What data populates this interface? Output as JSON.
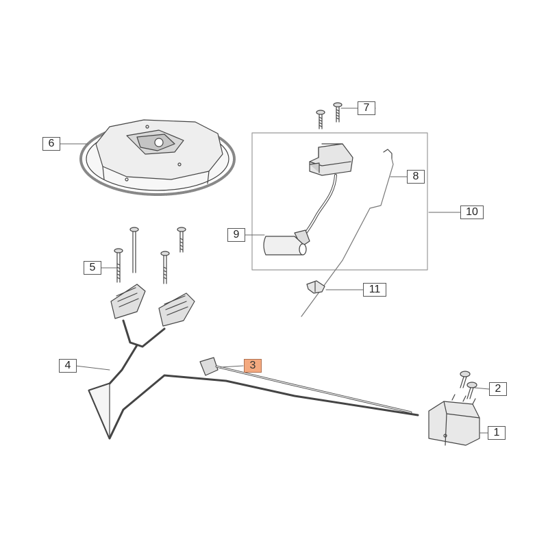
{
  "callouts": [
    {
      "id": "1",
      "text": "1"
    },
    {
      "id": "2",
      "text": "2"
    },
    {
      "id": "3",
      "text": "3",
      "highlighted": true
    },
    {
      "id": "4",
      "text": "4"
    },
    {
      "id": "5",
      "text": "5"
    },
    {
      "id": "6",
      "text": "6"
    },
    {
      "id": "7",
      "text": "7"
    },
    {
      "id": "8",
      "text": "8"
    },
    {
      "id": "9",
      "text": "9"
    },
    {
      "id": "10",
      "text": "10"
    },
    {
      "id": "11",
      "text": "11"
    }
  ],
  "colors": {
    "highlight": "#f4a97f",
    "line": "#555555",
    "part_fill": "#f2f2f2"
  }
}
